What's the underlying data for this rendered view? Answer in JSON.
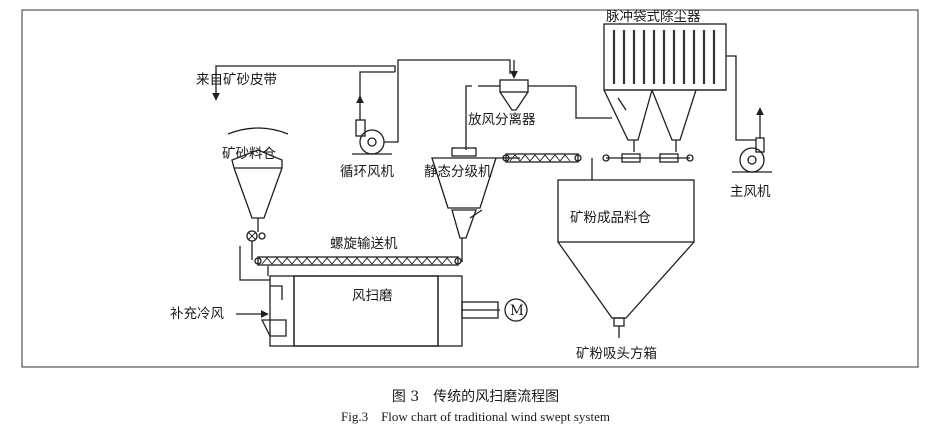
{
  "labels": {
    "ore_belt": "来自矿砂皮带",
    "ore_bin": "矿砂料仓",
    "circulating_fan": "循环风机",
    "static_classifier": "静态分级机",
    "vent_separator": "放风分离器",
    "pulse_dust_collector": "脉冲袋式除尘器",
    "main_fan": "主风机",
    "screw_conveyor": "螺旋输送机",
    "product_bin": "矿粉成品料仓",
    "makeup_cold_air": "补充冷风",
    "wind_swept_mill": "风扫磨",
    "motor": "M",
    "suction_box": "矿粉吸头方箱"
  },
  "caption": {
    "zh": "图 3　传统的风扫磨流程图",
    "en": "Fig.3　Flow chart of traditional wind swept system"
  }
}
